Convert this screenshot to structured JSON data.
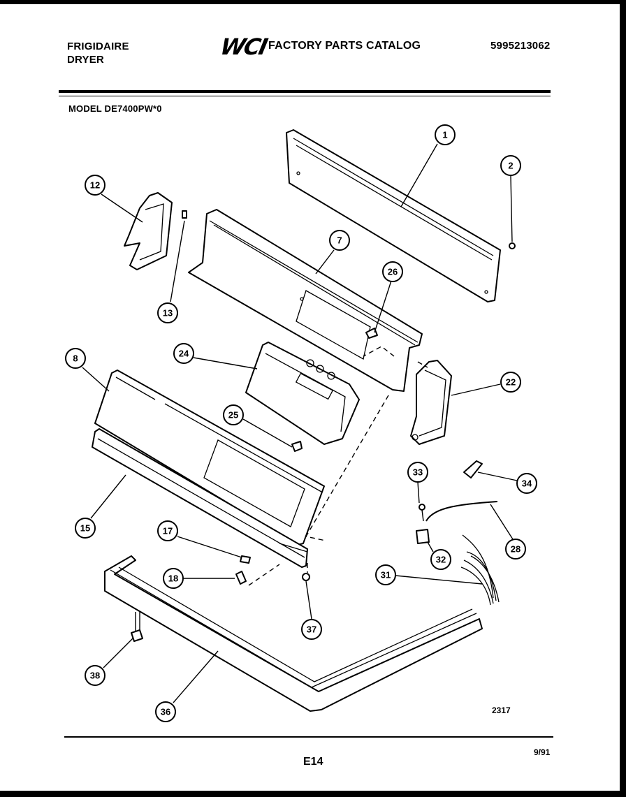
{
  "header": {
    "brand_line1": "FRIGIDAIRE",
    "brand_line2": "DRYER",
    "logo": "WCI",
    "catalog_title": "FACTORY PARTS CATALOG",
    "catalog_number": "5995213062"
  },
  "model": "MODEL DE7400PW*0",
  "callouts": [
    "1",
    "2",
    "7",
    "8",
    "12",
    "13",
    "15",
    "17",
    "18",
    "22",
    "24",
    "25",
    "26",
    "28",
    "31",
    "32",
    "33",
    "34",
    "36",
    "37",
    "38"
  ],
  "footer": {
    "drawing_number": "2317",
    "page_code": "E14",
    "date_code": "9/91"
  }
}
